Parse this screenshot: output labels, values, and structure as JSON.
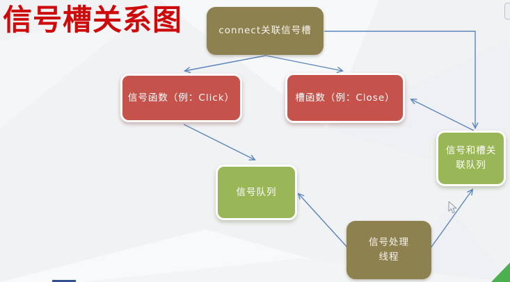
{
  "slide": {
    "title": "信号槽关系图",
    "nodes": [
      {
        "id": "connect",
        "label": "connect关联信号槽",
        "color": "olive"
      },
      {
        "id": "signal-func",
        "label": "信号函数（例：Click）",
        "color": "red"
      },
      {
        "id": "slot-func",
        "label": "槽函数（例：Close）",
        "color": "red"
      },
      {
        "id": "assoc-queue",
        "label": "信号和槽关\n联队列",
        "color": "green"
      },
      {
        "id": "signal-queue",
        "label": "信号队列",
        "color": "green"
      },
      {
        "id": "signal-thread",
        "label": "信号处理\n线程",
        "color": "olive"
      }
    ],
    "edges": [
      {
        "from": "connect关联信号槽",
        "to": "信号函数（例：Click）"
      },
      {
        "from": "connect关联信号槽",
        "to": "槽函数（例：Close）"
      },
      {
        "from": "connect关联信号槽",
        "to": "信号和槽关联队列",
        "route": "elbow-right-down"
      },
      {
        "from": "信号和槽关联队列",
        "to": "槽函数（例：Close）"
      },
      {
        "from": "信号函数（例：Click）",
        "to": "信号队列"
      },
      {
        "from": "信号处理线程",
        "to": "信号队列"
      },
      {
        "from": "信号处理线程",
        "to": "信号和槽关联队列"
      }
    ],
    "colors": {
      "title_red": "#ce0b0b",
      "node_olive": "#8e8150",
      "node_red": "#c5534b",
      "node_green": "#9ab757",
      "arrow_blue": "#5b85bd",
      "background": "#f1f2f4",
      "corner_accent_green": "#4caf50"
    },
    "cursor": {
      "present": true,
      "near": "信号处理线程 → 信号和槽关联队列 连线"
    }
  }
}
